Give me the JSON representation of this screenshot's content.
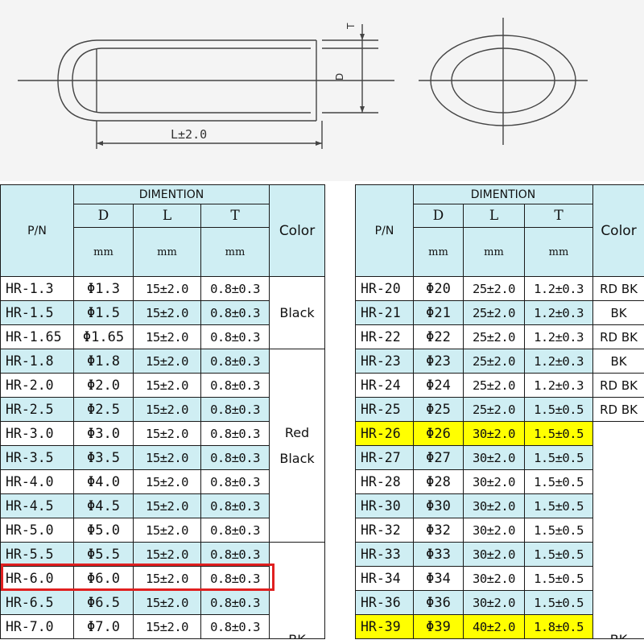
{
  "drawing": {
    "l_label": "L±2.0",
    "d_label": "D",
    "t_label": "T"
  },
  "headers": {
    "pn": "P/N",
    "dimention": "DIMENTION",
    "d": "D",
    "l": "L",
    "t": "T",
    "mm": "mm",
    "color": "Color"
  },
  "left_rows": [
    {
      "pn": "HR-1.3",
      "d": "Φ1.3",
      "l": "15±2.0",
      "t": "0.8±0.3",
      "shade": "white"
    },
    {
      "pn": "HR-1.5",
      "d": "Φ1.5",
      "l": "15±2.0",
      "t": "0.8±0.3",
      "shade": "cyan"
    },
    {
      "pn": "HR-1.65",
      "d": "Φ1.65",
      "l": "15±2.0",
      "t": "0.8±0.3",
      "shade": "white"
    },
    {
      "pn": "HR-1.8",
      "d": "Φ1.8",
      "l": "15±2.0",
      "t": "0.8±0.3",
      "shade": "cyan"
    },
    {
      "pn": "HR-2.0",
      "d": "Φ2.0",
      "l": "15±2.0",
      "t": "0.8±0.3",
      "shade": "white"
    },
    {
      "pn": "HR-2.5",
      "d": "Φ2.5",
      "l": "15±2.0",
      "t": "0.8±0.3",
      "shade": "cyan"
    },
    {
      "pn": "HR-3.0",
      "d": "Φ3.0",
      "l": "15±2.0",
      "t": "0.8±0.3",
      "shade": "white"
    },
    {
      "pn": "HR-3.5",
      "d": "Φ3.5",
      "l": "15±2.0",
      "t": "0.8±0.3",
      "shade": "cyan"
    },
    {
      "pn": "HR-4.0",
      "d": "Φ4.0",
      "l": "15±2.0",
      "t": "0.8±0.3",
      "shade": "white"
    },
    {
      "pn": "HR-4.5",
      "d": "Φ4.5",
      "l": "15±2.0",
      "t": "0.8±0.3",
      "shade": "cyan"
    },
    {
      "pn": "HR-5.0",
      "d": "Φ5.0",
      "l": "15±2.0",
      "t": "0.8±0.3",
      "shade": "white"
    },
    {
      "pn": "HR-5.5",
      "d": "Φ5.5",
      "l": "15±2.0",
      "t": "0.8±0.3",
      "shade": "cyan"
    },
    {
      "pn": "HR-6.0",
      "d": "Φ6.0",
      "l": "15±2.0",
      "t": "0.8±0.3",
      "shade": "white"
    },
    {
      "pn": "HR-6.5",
      "d": "Φ6.5",
      "l": "15±2.0",
      "t": "0.8±0.3",
      "shade": "cyan"
    },
    {
      "pn": "HR-7.0",
      "d": "Φ7.0",
      "l": "15±2.0",
      "t": "0.8±0.3",
      "shade": "white"
    }
  ],
  "left_colors": {
    "black": "Black",
    "red_black_1": "Red",
    "red_black_2": "Black",
    "bk": "BK"
  },
  "right_rows": [
    {
      "pn": "HR-20",
      "d": "Φ20",
      "l": "25±2.0",
      "t": "1.2±0.3",
      "shade": "white",
      "color": "RD BK"
    },
    {
      "pn": "HR-21",
      "d": "Φ21",
      "l": "25±2.0",
      "t": "1.2±0.3",
      "shade": "cyan",
      "color": "BK"
    },
    {
      "pn": "HR-22",
      "d": "Φ22",
      "l": "25±2.0",
      "t": "1.2±0.3",
      "shade": "white",
      "color": "RD BK"
    },
    {
      "pn": "HR-23",
      "d": "Φ23",
      "l": "25±2.0",
      "t": "1.2±0.3",
      "shade": "cyan",
      "color": "BK"
    },
    {
      "pn": "HR-24",
      "d": "Φ24",
      "l": "25±2.0",
      "t": "1.2±0.3",
      "shade": "white",
      "color": "RD BK"
    },
    {
      "pn": "HR-25",
      "d": "Φ25",
      "l": "25±2.0",
      "t": "1.5±0.5",
      "shade": "cyan",
      "color": "RD BK"
    },
    {
      "pn": "HR-26",
      "d": "Φ26",
      "l": "30±2.0",
      "t": "1.5±0.5",
      "shade": "yellow"
    },
    {
      "pn": "HR-27",
      "d": "Φ27",
      "l": "30±2.0",
      "t": "1.5±0.5",
      "shade": "cyan"
    },
    {
      "pn": "HR-28",
      "d": "Φ28",
      "l": "30±2.0",
      "t": "1.5±0.5",
      "shade": "white"
    },
    {
      "pn": "HR-30",
      "d": "Φ30",
      "l": "30±2.0",
      "t": "1.5±0.5",
      "shade": "cyan"
    },
    {
      "pn": "HR-32",
      "d": "Φ32",
      "l": "30±2.0",
      "t": "1.5±0.5",
      "shade": "white"
    },
    {
      "pn": "HR-33",
      "d": "Φ33",
      "l": "30±2.0",
      "t": "1.5±0.5",
      "shade": "cyan"
    },
    {
      "pn": "HR-34",
      "d": "Φ34",
      "l": "30±2.0",
      "t": "1.5±0.5",
      "shade": "white"
    },
    {
      "pn": "HR-36",
      "d": "Φ36",
      "l": "30±2.0",
      "t": "1.5±0.5",
      "shade": "cyan"
    },
    {
      "pn": "HR-39",
      "d": "Φ39",
      "l": "40±2.0",
      "t": "1.8±0.5",
      "shade": "yellow"
    }
  ],
  "right_colors": {
    "bk": "BK"
  },
  "colors": {
    "cyan": "#cfeef3",
    "yellow": "#ffff00",
    "callout": "#e02020"
  }
}
